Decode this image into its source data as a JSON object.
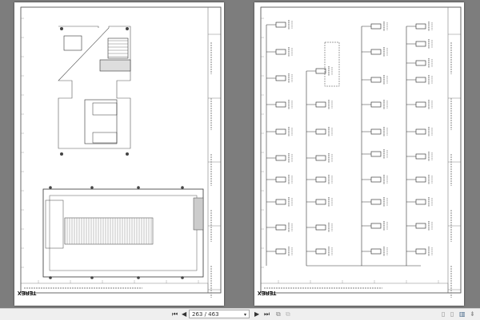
{
  "viewer": {
    "page_indicator": "263 / 463",
    "icons": {
      "first": "first-page-icon",
      "prev": "previous-page-icon",
      "next": "next-page-icon",
      "last": "last-page-icon",
      "dropdown": "chevron-down-icon"
    }
  },
  "pages": [
    {
      "logo": "TEREX"
    },
    {
      "logo": "TEREX"
    }
  ],
  "colors": {
    "background": "#7d7d7d",
    "page": "#ffffff",
    "toolbar": "#efefef"
  }
}
